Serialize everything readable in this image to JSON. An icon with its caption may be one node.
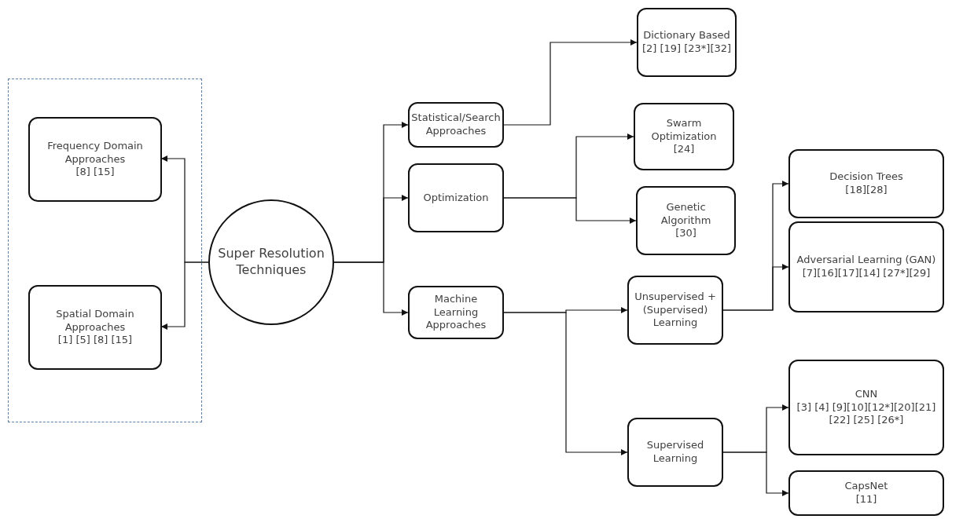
{
  "diagram": {
    "nodes": [
      {
        "text": [],
        "shape": "box"
      },
      {
        "text": [
          "Frequency Domain Approaches",
          "[8] [15]"
        ],
        "in": 0
      },
      {
        "text": [
          "Spatial Domain Approaches",
          "[1] [5] [8] [15]"
        ],
        "in": 0
      },
      {
        "text": [
          "Super Resolution Techniques"
        ]
      },
      {
        "text": [
          "Statistical/Search Approaches"
        ]
      },
      {
        "text": [
          "Optimization"
        ]
      },
      {
        "text": [
          "Machine Learning Approaches"
        ]
      },
      {
        "text": [
          "Dictionary Based",
          "[2] [19] [23*][32]"
        ]
      },
      {
        "text": [
          "Swarm Optimization",
          "[24]"
        ]
      },
      {
        "text": [
          "Genetic Algorithm",
          "[30]"
        ]
      },
      {
        "text": [
          "Unsupervised +(Supervised) Learning"
        ]
      },
      {
        "text": [
          "Supervised Learning"
        ]
      },
      {
        "text": [
          "Decision Trees",
          "[18][28]"
        ]
      },
      {
        "text": [
          "Adversarial Learning (GAN)",
          "[7][16][17][14] [27*][29]"
        ]
      },
      {
        "text": [
          "CNN",
          "[3] [4] [9][10][12*][20][21] [22] [25] [26*]"
        ]
      },
      {
        "text": [
          "CapsNet",
          "[11]"
        ]
      }
    ],
    "edges": [
      {
        "from": 3,
        "to": 1,
        "arrow": "to"
      },
      {
        "from": 3,
        "to": 2,
        "arrow": "to"
      },
      {
        "from": 3,
        "to": 4,
        "arrow": "to"
      },
      {
        "from": 3,
        "to": 5,
        "arrow": "to"
      },
      {
        "from": 3,
        "to": 6,
        "arrow": "to"
      },
      {
        "from": 4,
        "to": 7,
        "arrow": "to"
      },
      {
        "from": 5,
        "to": 8,
        "arrow": "to"
      },
      {
        "from": 5,
        "to": 9,
        "arrow": "to"
      },
      {
        "from": 6,
        "to": 10,
        "arrow": "to"
      },
      {
        "from": 6,
        "to": 11,
        "arrow": "to"
      },
      {
        "from": 10,
        "to": 12,
        "arrow": "to"
      },
      {
        "from": 10,
        "to": 13,
        "arrow": "to"
      },
      {
        "from": 11,
        "to": 14,
        "arrow": "to"
      },
      {
        "from": 11,
        "to": 15,
        "arrow": "to"
      }
    ]
  }
}
